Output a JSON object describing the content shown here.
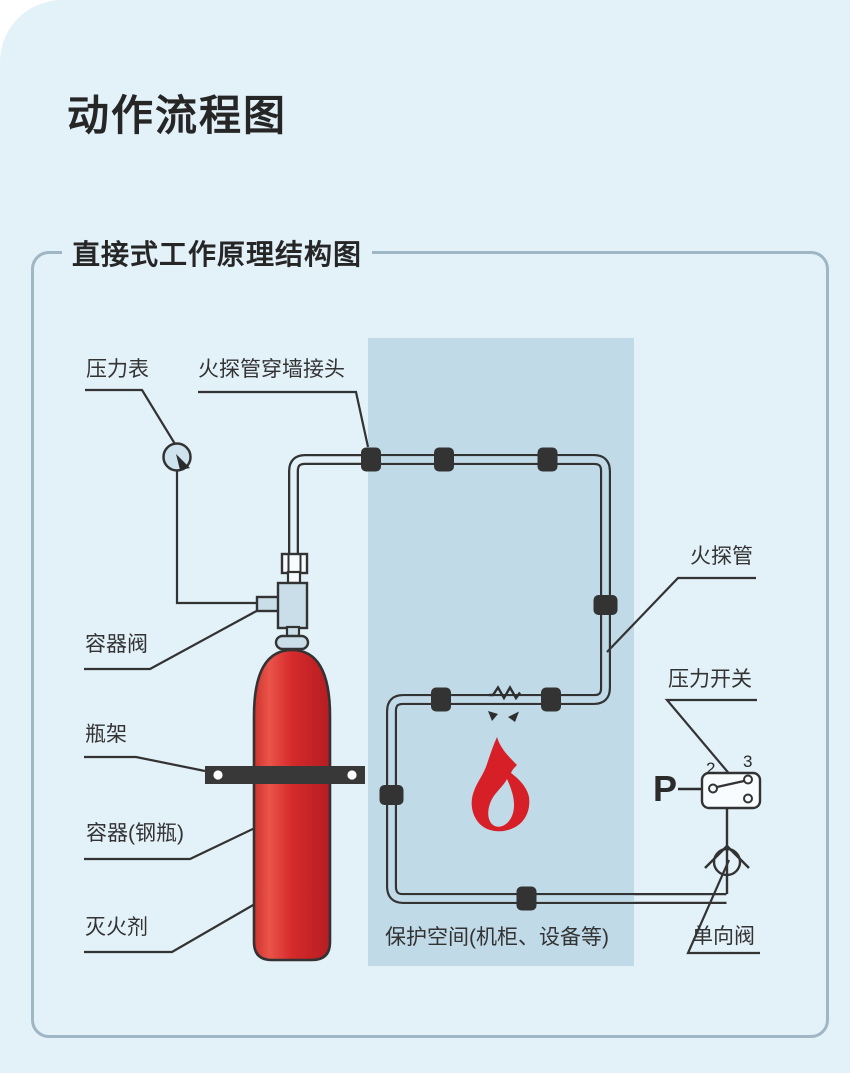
{
  "page": {
    "title": "动作流程图"
  },
  "section": {
    "title": "直接式工作原理结构图"
  },
  "diagram": {
    "labels": {
      "pressure_gauge": "压力表",
      "wall_connector": "火探管穿墙接头",
      "container_valve": "容器阀",
      "bottle_rack": "瓶架",
      "container": "容器(钢瓶)",
      "agent": "灭火剂",
      "detection_tube": "火探管",
      "pressure_switch": "压力开关",
      "check_valve": "单向阀",
      "protected_space": "保护空间(机柜、设备等)"
    },
    "pressure_switch": {
      "p": "P",
      "terminal_2": "2",
      "terminal_3": "3"
    },
    "icons": {
      "pressure_gauge": "gauge-circle-with-needle",
      "container_valve": "valve-body-with-side-port",
      "container": "red-cylinder",
      "bottle_rack": "mounting-bar-with-bolts",
      "flame": "fire-flame",
      "pressure_switch": "switch-box-2-3-contacts",
      "check_valve": "circle-with-tangent-lines",
      "tube_clip": "black-pipe-clamp",
      "tube_break": "burst-zigzag-with-debris"
    },
    "colors": {
      "page_bg": "#e3f1f9",
      "panel_border": "#9fb6c4",
      "protected_space_bg": "#c0dae8",
      "line": "#333333",
      "clip": "#333333",
      "bottle_red": "#d7262b",
      "flame_red": "#d61f26",
      "component_fill": "#c9dee9",
      "gauge_fill": "#cfe3ef"
    }
  }
}
